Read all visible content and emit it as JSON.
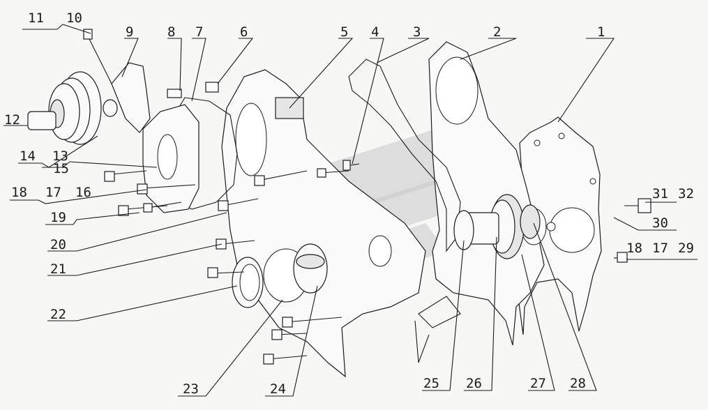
{
  "colors": {
    "ink": "#1a1a1a",
    "background": "#f7f7f5",
    "watermark": "#c9c9c9"
  },
  "callouts": [
    "1",
    "2",
    "3",
    "4",
    "5",
    "6",
    "7",
    "8",
    "9",
    "10",
    "11",
    "12",
    "13",
    "14",
    "15",
    "16",
    "17",
    "18",
    "19",
    "20",
    "21",
    "22",
    "23",
    "24",
    "25",
    "26",
    "27",
    "28",
    "29",
    "30",
    "31",
    "32",
    "18",
    "17"
  ]
}
